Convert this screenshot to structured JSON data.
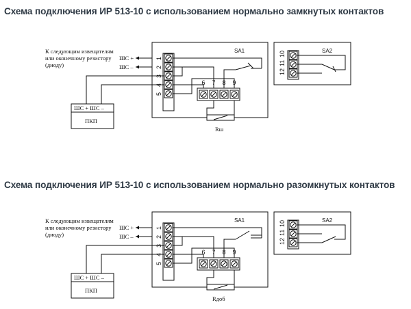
{
  "diagrams": [
    {
      "title": "Схема подключения ИР 513-10 с использованием нормально замкнутых контактов",
      "note_lines": [
        "К следующим извещателям",
        "или оконечному резистору",
        "(диоду)"
      ],
      "shs_plus": "ШС +",
      "shs_minus": "ШС –",
      "terminals_left": [
        "1",
        "2",
        "3",
        "4",
        "5"
      ],
      "terminals_bottom": [
        "6",
        "7",
        "8",
        "9"
      ],
      "terminals_right": [
        "10",
        "11",
        "12"
      ],
      "sa1": "SA1",
      "sa2": "SA2",
      "panel_header": "ШС + ШС –",
      "panel_name": "ПКП",
      "resistor_label": "Rш",
      "contact_type": "normally-closed"
    },
    {
      "title": "Схема подключения ИР 513-10 с использованием нормально разомкнутых контактов",
      "note_lines": [
        "К следующим извещателям",
        "или оконечному резистору",
        "(диоду)"
      ],
      "shs_plus": "ШС +",
      "shs_minus": "ШС –",
      "terminals_left": [
        "1",
        "2",
        "3",
        "4",
        "5"
      ],
      "terminals_bottom": [
        "6",
        "7",
        "8",
        "9"
      ],
      "terminals_right": [
        "10",
        "11",
        "12"
      ],
      "sa1": "SA1",
      "sa2": "SA2",
      "panel_header": "ШС + ШС –",
      "panel_name": "ПКП",
      "resistor_label": "Rдоб",
      "contact_type": "normally-open"
    }
  ]
}
